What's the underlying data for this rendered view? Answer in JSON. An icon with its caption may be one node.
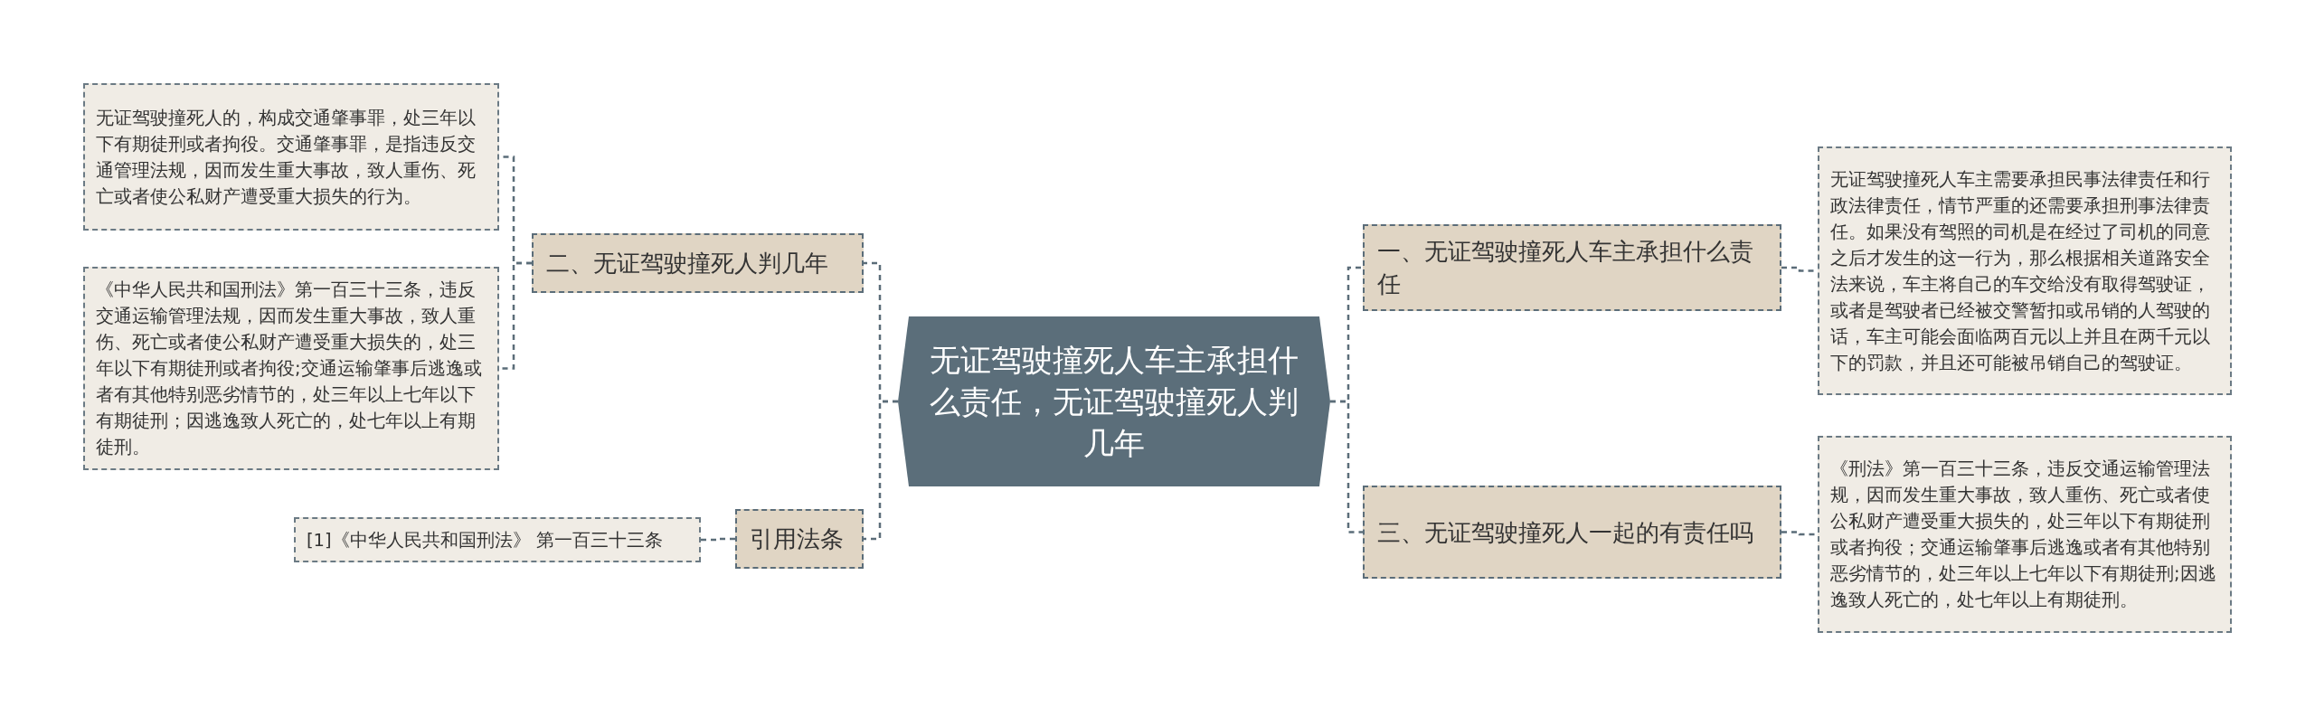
{
  "diagram": {
    "nodes": [
      {
        "text": [
          "无证驾驶撞死人车主承担什么责任，无证驾驶撞死人判几年"
        ]
      },
      {
        "text": [
          "二、无证驾驶撞死人判几年"
        ]
      },
      {
        "text": [
          "无证驾驶撞死人的，构成交通肇事罪，处三年以下有期徒刑或者拘役。交通肇事罪，是指违反交通管理法规，因而发生重大事故，致人重伤、死亡或者使公私财产遭受重大损失的行为。"
        ]
      },
      {
        "text": [
          "《中华人民共和国刑法》第一百三十三条，违反交通运输管理法规，因而发生重大事故，致人重伤、死亡或者使公私财产遭受重大损失的，处三年以下有期徒刑或者拘役;交通运输肇事后逃逸或者有其他特别恶劣情节的，处三年以上七年以下有期徒刑；因逃逸致人死亡的，处七年以上有期徒刑。"
        ]
      },
      {
        "text": [
          "引用法条"
        ]
      },
      {
        "text": [
          "[1]《中华人民共和国刑法》 第一百三十三条"
        ]
      },
      {
        "text": [
          "一、无证驾驶撞死人车主承担什么责任"
        ]
      },
      {
        "text": [
          "无证驾驶撞死人车主需要承担民事法律责任和行政法律责任，情节严重的还需要承担刑事法律责任。如果没有驾照的司机是在经过了司机的同意之后才发生的这一行为，那么根据相关道路安全法来说，车主将自己的车交给没有取得驾驶证，或者是驾驶者已经被交警暂扣或吊销的人驾驶的话，车主可能会面临两百元以上并且在两千元以下的罚款，并且还可能被吊销自己的驾驶证。"
        ]
      },
      {
        "text": [
          "三、无证驾驶撞死人一起的有责任吗"
        ]
      },
      {
        "text": [
          "《刑法》第一百三十三条，违反交通运输管理法规，因而发生重大事故，致人重伤、死亡或者使公私财产遭受重大损失的，处三年以下有期徒刑或者拘役；交通运输肇事后逃逸或者有其他特别恶劣情节的，处三年以上七年以下有期徒刑;因逃逸致人死亡的，处七年以上有期徒刑。"
        ]
      }
    ],
    "edges": [
      {
        "from": 0,
        "to": 1,
        "arrow": "none"
      },
      {
        "from": 1,
        "to": 2,
        "arrow": "none"
      },
      {
        "from": 1,
        "to": 3,
        "arrow": "none"
      },
      {
        "from": 0,
        "to": 4,
        "arrow": "none"
      },
      {
        "from": 4,
        "to": 5,
        "arrow": "none"
      },
      {
        "from": 0,
        "to": 6,
        "arrow": "none"
      },
      {
        "from": 6,
        "to": 7,
        "arrow": "none"
      },
      {
        "from": 0,
        "to": 8,
        "arrow": "none"
      },
      {
        "from": 8,
        "to": 9,
        "arrow": "none"
      }
    ]
  }
}
